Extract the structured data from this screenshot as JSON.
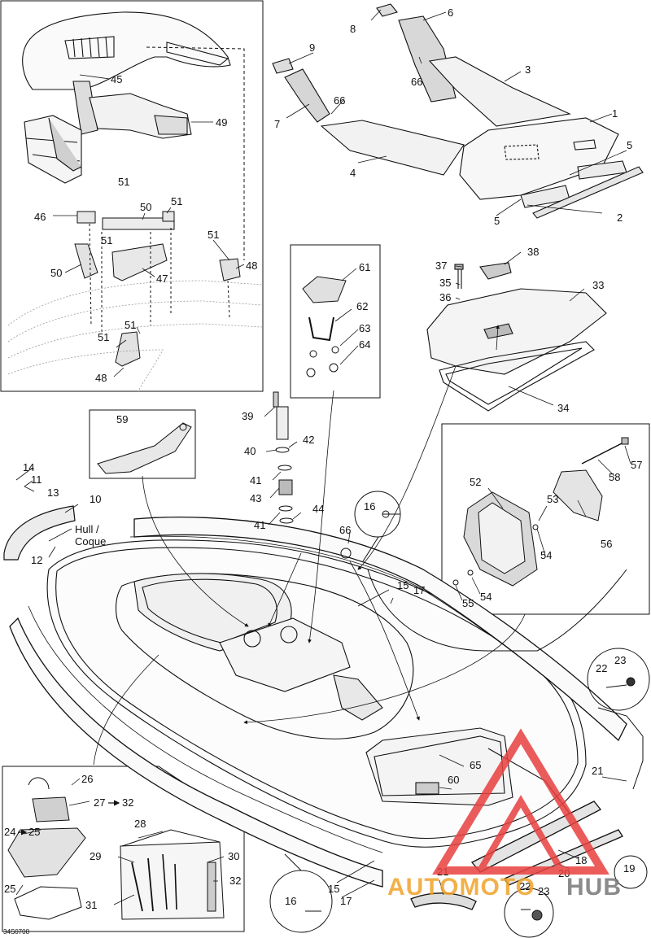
{
  "diagram": {
    "reference_code": "34S0708",
    "hull_label_line1": "Hull /",
    "hull_label_line2": "Coque",
    "part_numbers": {
      "p1": "1",
      "p2": "2",
      "p3": "3",
      "p4": "4",
      "p5a": "5",
      "p5b": "5",
      "p6": "6",
      "p7": "7",
      "p8": "8",
      "p9": "9",
      "p10": "10",
      "p11": "11",
      "p12": "12",
      "p13": "13",
      "p14": "14",
      "p15a": "15",
      "p15b": "15",
      "p16a": "16",
      "p16b": "16",
      "p17a": "17",
      "p17b": "17",
      "p18": "18",
      "p19": "19",
      "p20": "20",
      "p21a": "21",
      "p21b": "21",
      "p22a": "22",
      "p22b": "22",
      "p23a": "23",
      "p23b": "23",
      "p24": "24",
      "p25a": "25",
      "p25b": "25",
      "p26": "26",
      "p27": "27",
      "p28": "28",
      "p29": "29",
      "p30": "30",
      "p31": "31",
      "p32a": "32",
      "p32b": "32",
      "p33": "33",
      "p34": "34",
      "p35": "35",
      "p36": "36",
      "p37": "37",
      "p38": "38",
      "p39": "39",
      "p40": "40",
      "p41a": "41",
      "p41b": "41",
      "p42": "42",
      "p43": "43",
      "p44": "44",
      "p45": "45",
      "p46": "46",
      "p47": "47",
      "p48a": "48",
      "p48b": "48",
      "p49": "49",
      "p50a": "50",
      "p50b": "50",
      "p51a": "51",
      "p51b": "51",
      "p51c": "51",
      "p51d": "51",
      "p51e": "51",
      "p51f": "51",
      "p52": "52",
      "p53": "53",
      "p54a": "54",
      "p54b": "54",
      "p55": "55",
      "p56": "56",
      "p57": "57",
      "p58": "58",
      "p59": "59",
      "p60": "60",
      "p61": "61",
      "p62": "62",
      "p63": "63",
      "p64": "64",
      "p65": "65",
      "p66a": "66",
      "p66b": "66",
      "p66c": "66"
    }
  },
  "watermark": {
    "word_a": "AUTOMOTO",
    "word_b": "HUB",
    "color_red": "#e8403f",
    "color_orange": "#f0a32a",
    "color_gray": "#777777"
  }
}
